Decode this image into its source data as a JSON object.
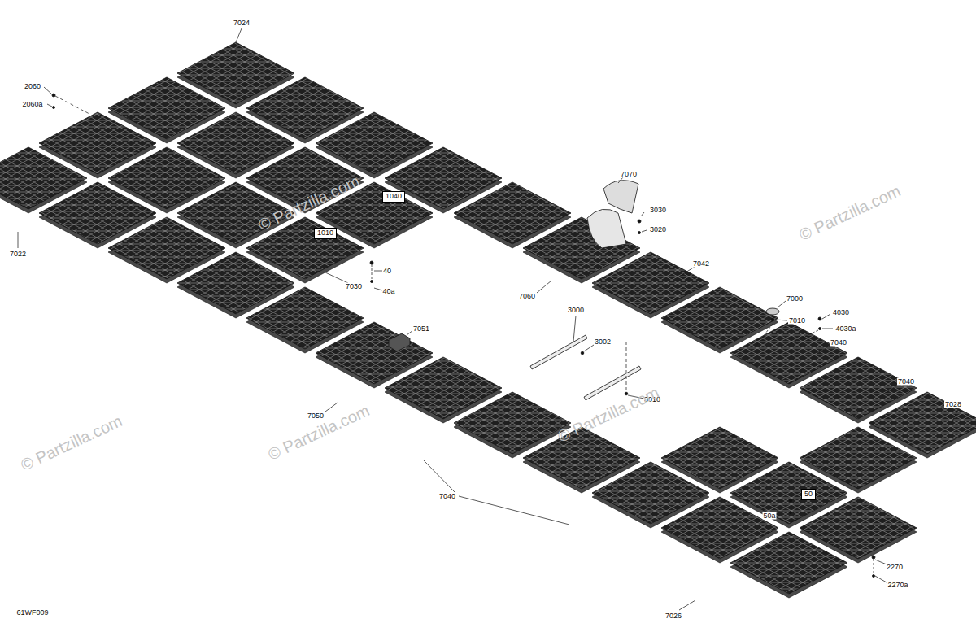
{
  "diagram": {
    "nodes": [
      {
        "text": [
          "1040"
        ]
      },
      {
        "text": [
          "1010"
        ]
      },
      {
        "text": [
          "50"
        ]
      }
    ],
    "labels": [
      "7024",
      "2060",
      "2060a",
      "7022",
      "7030",
      "40",
      "40a",
      "7070",
      "3030",
      "3020",
      "7060",
      "7042",
      "7000",
      "7010",
      "4030",
      "4030a",
      "7040",
      "3000",
      "3002",
      "3010",
      "7051",
      "7050",
      "7040",
      "7028",
      "7040",
      "50a",
      "2270",
      "2270a",
      "7026",
      "61WF009",
      "© Partzilla.com",
      "© Partzilla.com",
      "© Partzilla.com",
      "© Partzilla.com",
      "© Partzilla.com"
    ]
  }
}
